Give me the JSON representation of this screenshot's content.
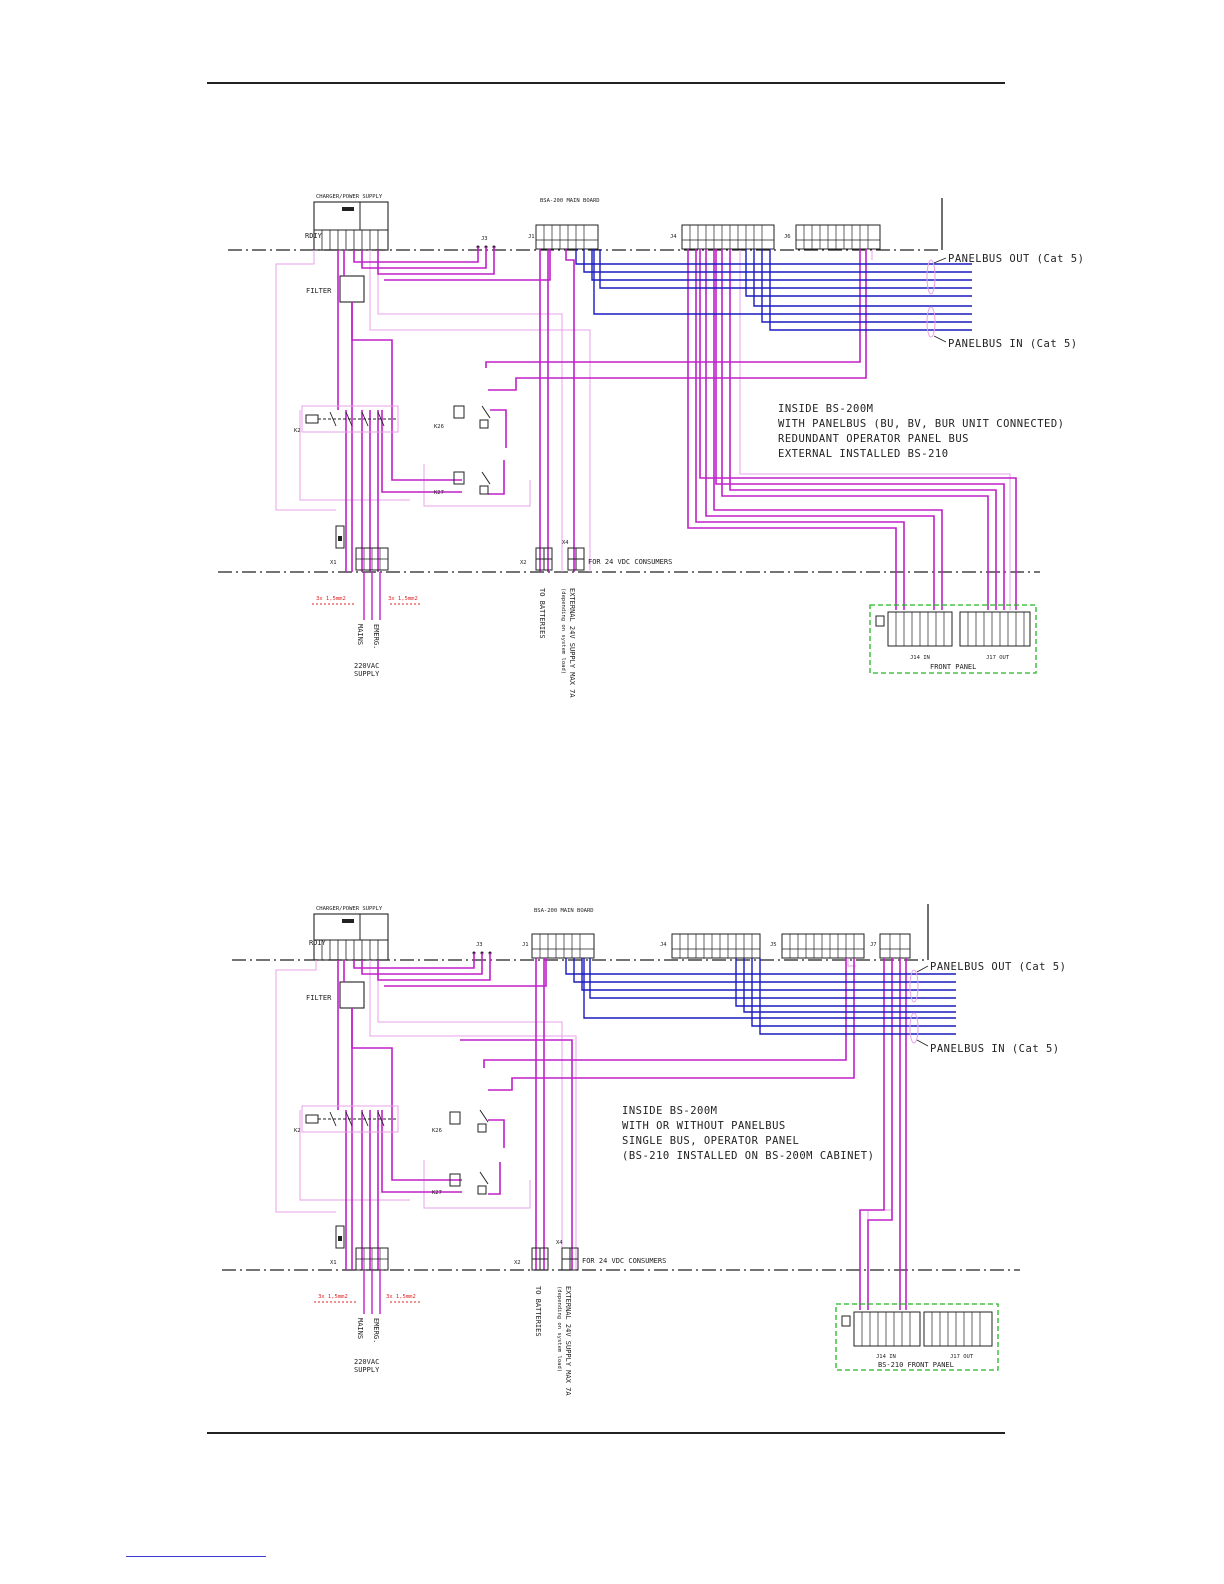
{
  "diagrams": [
    {
      "charger_label": "CHARGER/POWER SUPPLY",
      "board_label": "BSA-200 MAIN BOARD",
      "connectors": [
        "J1",
        "J3",
        "J4",
        "J6"
      ],
      "rdiy_label": "RDIY",
      "filter_label": "FILTER",
      "relays": [
        "K26",
        "K27"
      ],
      "switch_label": "K2",
      "terminals": [
        "X1",
        "X2",
        "X4"
      ],
      "panelbus_out": "PANELBUS OUT (Cat 5)",
      "panelbus_in": "PANELBUS IN (Cat 5)",
      "notes": [
        "INSIDE BS-200M",
        "WITH PANELBUS (BU, BV, BUR UNIT CONNECTED)",
        "REDUNDANT OPERATOR PANEL BUS",
        "EXTERNAL INSTALLED BS-210"
      ],
      "consumers_label": "FOR 24 VDC CONSUMERS",
      "to_batteries": "TO BATTERIES",
      "external_supply": "EXTERNAL 24V SUPPLY MAX 7A",
      "external_supply_2": "(depending on system load)",
      "mains": "MAINS",
      "emerg": "EMERG.",
      "cable_left": "3x 1,5mm2",
      "cable_right": "3x 1,5mm2",
      "supply": "220VAC",
      "supply_2": "SUPPLY",
      "front_panel": "FRONT PANEL",
      "fp_in": "J14 IN",
      "fp_out": "J17 OUT"
    },
    {
      "charger_label": "CHARGER/POWER SUPPLY",
      "board_label": "BSA-200 MAIN BOARD",
      "connectors": [
        "J1",
        "J3",
        "J4",
        "J5",
        "J7"
      ],
      "rdiy_label": "RDIY",
      "filter_label": "FILTER",
      "relays": [
        "K26",
        "K27"
      ],
      "switch_label": "K2",
      "terminals": [
        "X1",
        "X2",
        "X4"
      ],
      "panelbus_out": "PANELBUS OUT (Cat 5)",
      "panelbus_in": "PANELBUS IN (Cat 5)",
      "notes": [
        "INSIDE BS-200M",
        "WITH OR WITHOUT PANELBUS",
        "SINGLE BUS, OPERATOR PANEL",
        "(BS-210 INSTALLED ON BS-200M CABINET)"
      ],
      "consumers_label": "FOR 24 VDC CONSUMERS",
      "to_batteries": "TO BATTERIES",
      "external_supply": "EXTERNAL 24V SUPPLY MAX 7A",
      "external_supply_2": "(depending on system load)",
      "mains": "MAINS",
      "emerg": "EMERG.",
      "cable_left": "3x 1,5mm2",
      "cable_right": "3x 1,5mm2",
      "supply": "220VAC",
      "supply_2": "SUPPLY",
      "front_panel": "BS-210 FRONT PANEL",
      "fp_in": "J14 IN",
      "fp_out": "J17 OUT"
    }
  ],
  "colors": {
    "magenta": "#c020c8",
    "blue": "#1a1ac0",
    "pink": "#e8a0e8",
    "green": "#22b822",
    "red": "#e02020"
  }
}
